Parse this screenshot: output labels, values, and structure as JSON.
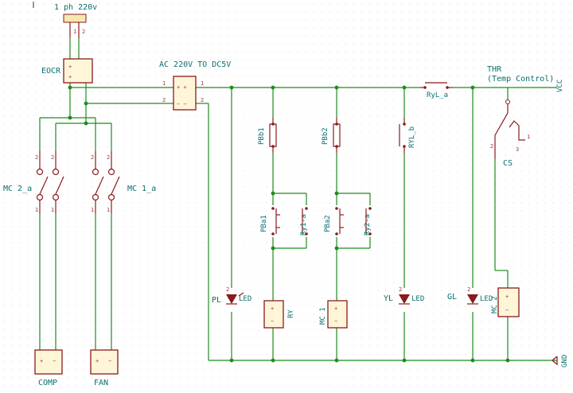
{
  "header": {
    "supply_label": "1 ph 220v"
  },
  "labels": {
    "eocr": "EOCR",
    "psu": "AC 220V TO DC5V",
    "thr": "THR",
    "thr_sub": "(Temp Control)",
    "vcc": "VCC",
    "gnd": "GND",
    "ryl_a": "RyL_a",
    "ryl_b": "RYL_b",
    "mc2a": "MC 2_a",
    "mc1a": "MC 1_a",
    "comp": "COMP",
    "fan": "FAN",
    "pbb1": "PBb1",
    "pbb2": "PBb2",
    "pba1": "PBa1",
    "pba2": "PBa2",
    "ry1a": "Ry1-a",
    "ry2a": "Ry2-a",
    "cs": "CS",
    "pl": "PL",
    "yl": "YL",
    "gl": "GL",
    "led": "LED",
    "ry": "RY",
    "mc1": "MC 1",
    "mc2": "MC 2"
  },
  "pins": {
    "one": "1",
    "two": "2",
    "three": "3"
  },
  "colors": {
    "wire": "#1f8a1f",
    "part": "#8b1a1a",
    "label": "#0b6e6e",
    "grid": "#c8c8c8"
  }
}
